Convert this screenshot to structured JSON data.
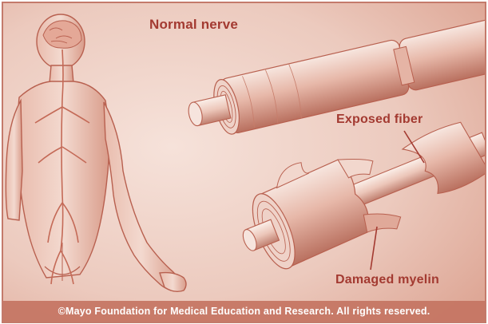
{
  "labels": {
    "normal_nerve": "Normal nerve",
    "exposed_fiber": "Exposed fiber",
    "damaged_myelin": "Damaged myelin"
  },
  "copyright": "©Mayo Foundation for Medical Education and Research.  All rights reserved.",
  "colors": {
    "background": "#eecfc4",
    "label_text": "#a33a31",
    "line_art": "#b8604f",
    "copyright_bar": "#c47462"
  }
}
